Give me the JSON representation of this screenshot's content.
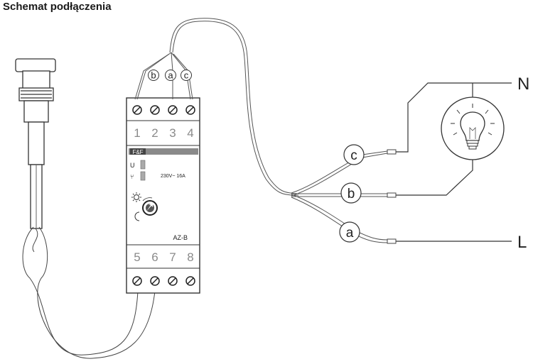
{
  "title": "Schemat podłączenia",
  "device": {
    "brand": "F&F",
    "model": "AZ-B",
    "rating": "230V~  16A",
    "indicator_u": "U",
    "indicator_relay": "⑂",
    "terminals_top": [
      "1",
      "2",
      "3",
      "4"
    ],
    "terminals_bottom": [
      "5",
      "6",
      "7",
      "8"
    ],
    "top_wire_labels": [
      "b",
      "a",
      "c"
    ]
  },
  "connections": {
    "wire_labels": [
      "c",
      "b",
      "a"
    ],
    "neutral": "N",
    "line": "L"
  },
  "icons": {
    "sensor": "light-sensor-probe-icon",
    "lamp": "light-bulb-icon",
    "day": "sun-icon",
    "night": "moon-icon",
    "knob": "adjustment-knob-icon"
  }
}
